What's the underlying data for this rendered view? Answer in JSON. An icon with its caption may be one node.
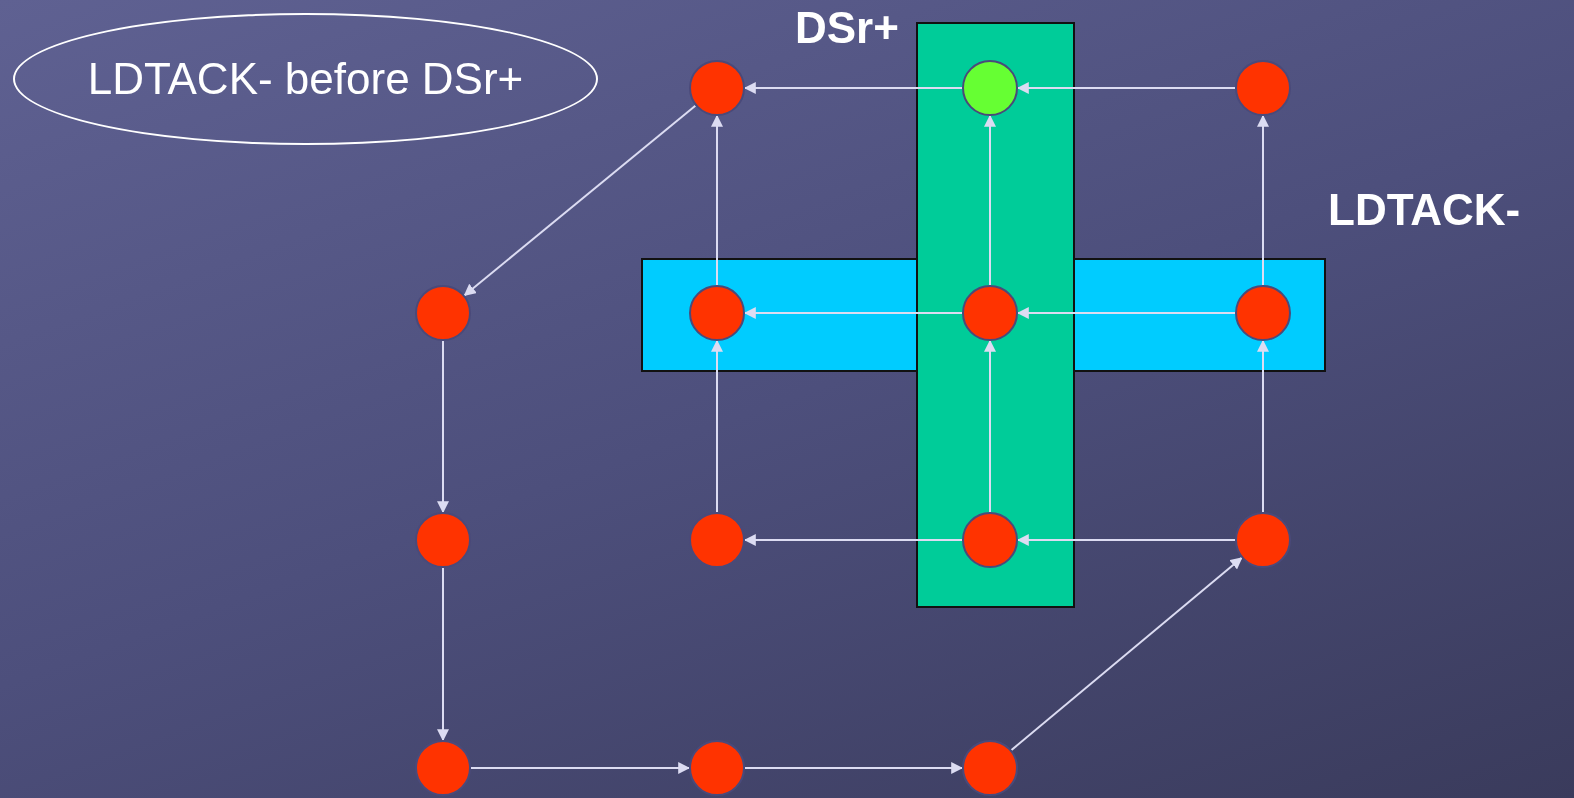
{
  "diagram": {
    "nodes": [
      {
        "text": [
          "LDTACK- before DSr+"
        ]
      },
      {
        "text": [
          "DSr+"
        ]
      },
      {
        "text": [],
        "shape": "circle"
      },
      {
        "text": [],
        "shape": "circle",
        "in": 1
      },
      {
        "text": [],
        "shape": "circle"
      },
      {
        "text": [
          "LDTACK-"
        ]
      },
      {
        "text": [],
        "shape": "circle"
      },
      {
        "text": [],
        "shape": "circle",
        "in": 5
      },
      {
        "text": [],
        "shape": "circle"
      },
      {
        "text": [],
        "shape": "circle",
        "in": 5
      },
      {
        "text": [],
        "shape": "circle"
      },
      {
        "text": [],
        "shape": "circle"
      },
      {
        "text": [],
        "shape": "circle",
        "in": 1
      },
      {
        "text": [],
        "shape": "circle"
      },
      {
        "text": [],
        "shape": "circle"
      },
      {
        "text": [],
        "shape": "circle"
      },
      {
        "text": [],
        "shape": "circle"
      }
    ],
    "edges": [
      {
        "from": 4,
        "to": 3,
        "arrow": "to"
      },
      {
        "from": 3,
        "to": 2,
        "arrow": "to"
      },
      {
        "from": 2,
        "to": 6,
        "arrow": "to"
      },
      {
        "from": 7,
        "to": 2,
        "arrow": "to"
      },
      {
        "from": 8,
        "to": 3,
        "arrow": "to"
      },
      {
        "from": 9,
        "to": 4,
        "arrow": "to"
      },
      {
        "from": 9,
        "to": 8,
        "arrow": "to"
      },
      {
        "from": 8,
        "to": 7,
        "arrow": "to"
      },
      {
        "from": 11,
        "to": 7,
        "arrow": "to"
      },
      {
        "from": 12,
        "to": 8,
        "arrow": "to"
      },
      {
        "from": 13,
        "to": 9,
        "arrow": "to"
      },
      {
        "from": 13,
        "to": 12,
        "arrow": "to"
      },
      {
        "from": 12,
        "to": 11,
        "arrow": "to"
      },
      {
        "from": 6,
        "to": 10,
        "arrow": "to"
      },
      {
        "from": 10,
        "to": 14,
        "arrow": "to"
      },
      {
        "from": 14,
        "to": 15,
        "arrow": "to"
      },
      {
        "from": 15,
        "to": 16,
        "arrow": "to"
      },
      {
        "from": 16,
        "to": 13,
        "arrow": "to"
      }
    ]
  }
}
